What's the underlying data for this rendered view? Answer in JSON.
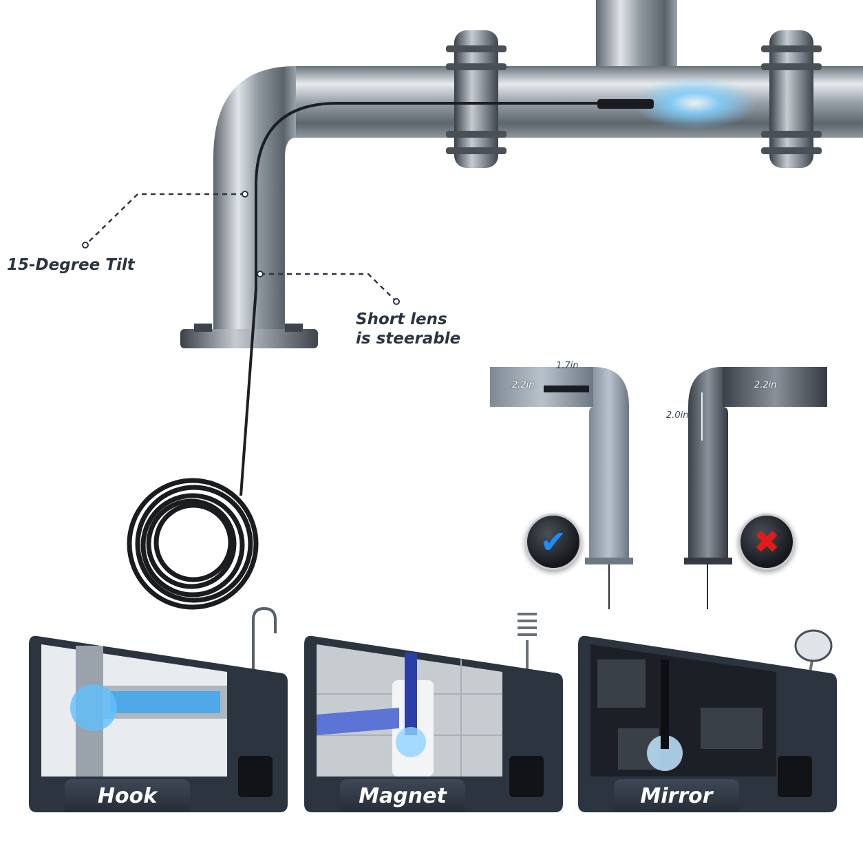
{
  "callouts": {
    "tilt": "15-Degree Tilt",
    "lens_line1": "Short lens",
    "lens_line2": "is steerable"
  },
  "comparison": {
    "good": {
      "width_label": "1.7in",
      "diameter_label": "2.2in",
      "status_icon": "check-icon",
      "status_glyph": "✔"
    },
    "bad": {
      "diameter_label": "2.2in",
      "length_label": "2.0in",
      "status_icon": "cross-icon",
      "status_glyph": "✖"
    }
  },
  "accessories": [
    {
      "label": "Hook"
    },
    {
      "label": "Magnet"
    },
    {
      "label": "Mirror"
    }
  ],
  "colors": {
    "accent_blue": "#1e8cff",
    "error_red": "#e21a1a",
    "card_dark": "#2c3440"
  }
}
